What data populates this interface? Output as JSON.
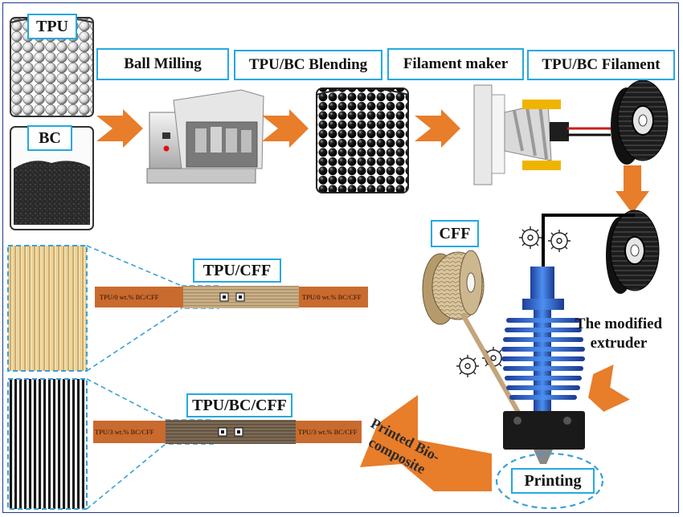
{
  "materials": {
    "tpu": "TPU",
    "bc": "BC",
    "cff": "CFF"
  },
  "steps": {
    "ball_milling": "Ball Milling",
    "blending": "TPU/BC Blending",
    "filament_maker": "Filament maker",
    "filament": "TPU/BC Filament"
  },
  "samples": {
    "tpu_cff": "TPU/CFF",
    "tpu_bc_cff": "TPU/BC/CFF",
    "strip1_tag": "TPU/0 wt.% BC/CFF",
    "strip2_tag": "TPU/3 wt.% BC/CFF"
  },
  "extruder": {
    "line1": "The modified",
    "line2": "extruder"
  },
  "printing": "Printing",
  "output": {
    "line1": "Printed Bio-",
    "line2": "composite"
  },
  "colors": {
    "label_border": "#25a9e0",
    "arrow_orange": "#e87d2a",
    "callout_dash": "#3aa0d8",
    "extruder_blue": "#2b63c9"
  }
}
